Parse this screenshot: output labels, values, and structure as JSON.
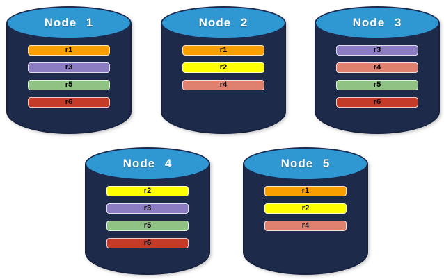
{
  "diagram": {
    "nodes": [
      {
        "label": "Node 1",
        "replicas": [
          "r1",
          "r3",
          "r5",
          "r6"
        ]
      },
      {
        "label": "Node 2",
        "replicas": [
          "r1",
          "r2",
          "r4"
        ]
      },
      {
        "label": "Node 3",
        "replicas": [
          "r3",
          "r4",
          "r5",
          "r6"
        ]
      },
      {
        "label": "Node 4",
        "replicas": [
          "r2",
          "r3",
          "r5",
          "r6"
        ]
      },
      {
        "label": "Node 5",
        "replicas": [
          "r1",
          "r2",
          "r4"
        ]
      }
    ],
    "replica_colors": {
      "r1": "#FA9F00",
      "r2": "#FFFF00",
      "r3": "#8C7CC2",
      "r4": "#E08170",
      "r5": "#90C383",
      "r6": "#C43B27"
    },
    "colors": {
      "background": "#FFFFFF",
      "cylinder_body": "#1E2A4A",
      "cylinder_outline": "#15213F",
      "cylinder_top": "#2F97D2",
      "title_text": "#FFFFFF",
      "bar_text": "#000000"
    }
  }
}
